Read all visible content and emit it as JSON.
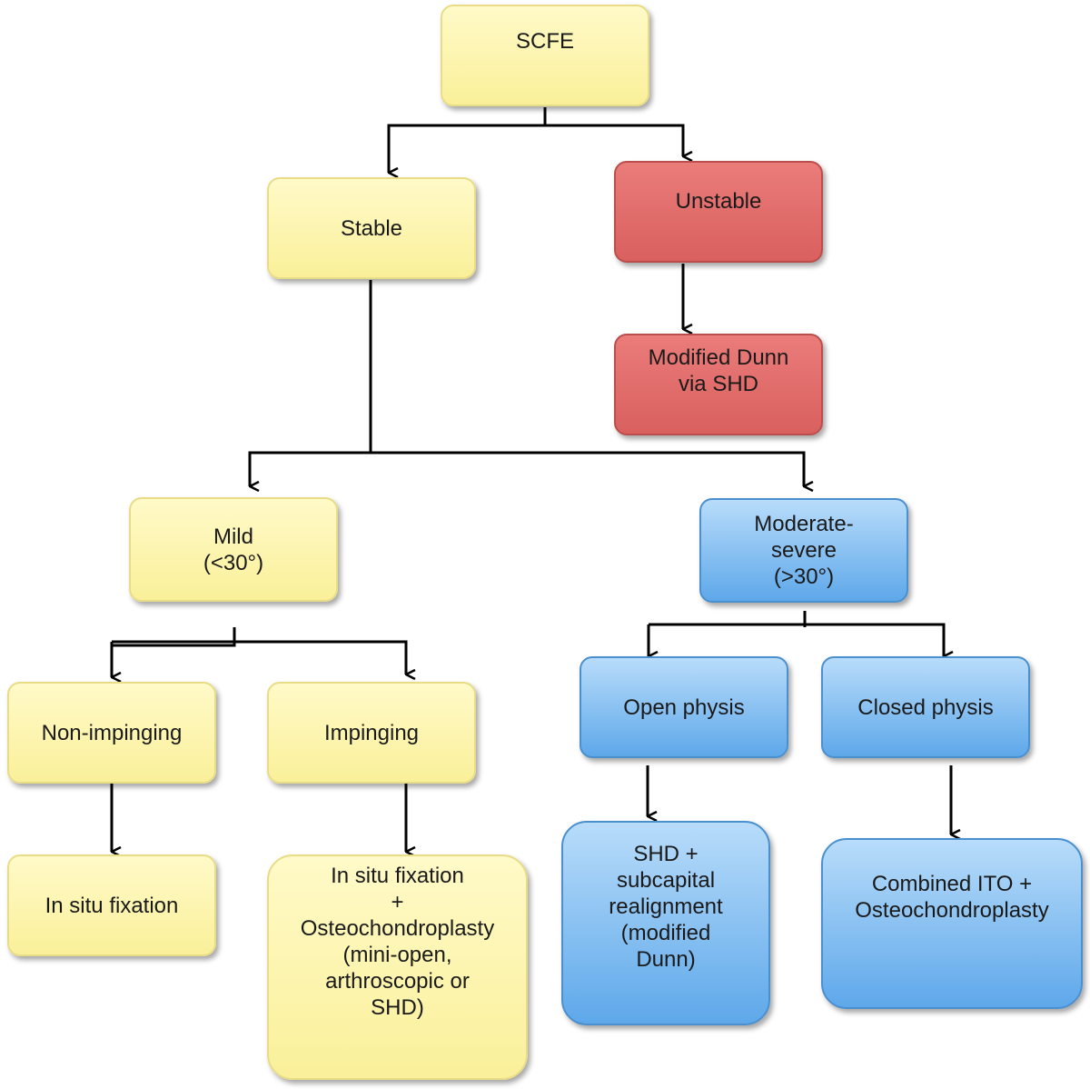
{
  "nodes": {
    "scfe": "SCFE",
    "stable": "Stable",
    "unstable": "Unstable",
    "modified_dunn_shd": "Modified Dunn\nvia SHD",
    "mild": "Mild\n(<30°)",
    "moderate_severe": "Moderate-\nsevere\n(>30°)",
    "non_impinging": "Non-impinging",
    "impinging": "Impinging",
    "open_physis": "Open physis",
    "closed_physis": "Closed physis",
    "in_situ_fixation": "In situ fixation",
    "in_situ_osteo": "In situ fixation\n+\nOsteochondroplasty\n(mini-open,\narthroscopic or\nSHD)",
    "shd_realignment": "SHD +\nsubcapital\nrealignment\n(modified\nDunn)",
    "combined_ito": "Combined ITO +\nOsteochondroplasty"
  },
  "colors": {
    "yellow": "#faf09a",
    "red": "#d9605e",
    "blue": "#5ea8ea",
    "connector": "#000000"
  }
}
